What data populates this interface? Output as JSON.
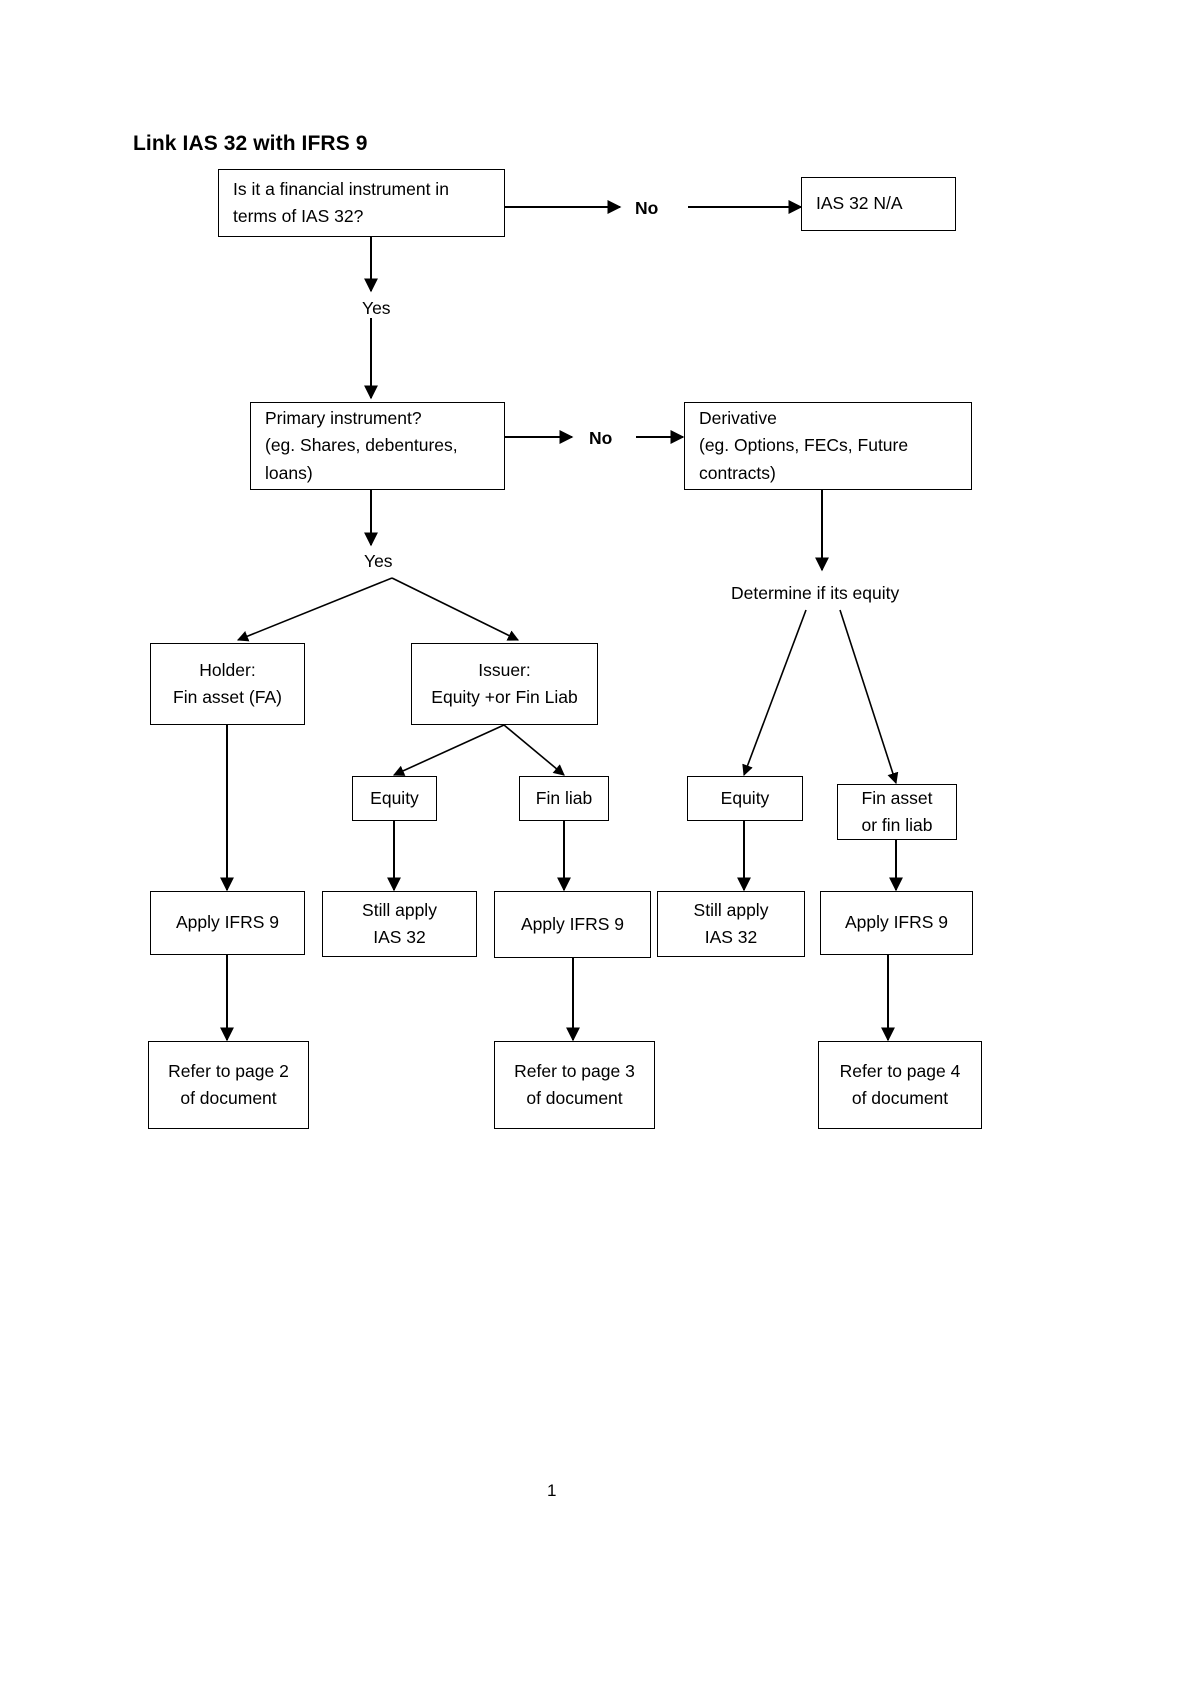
{
  "document": {
    "title": "Link IAS 32 with IFRS 9",
    "page_number": "1"
  },
  "nodes": {
    "q_financial_instrument": {
      "line1": "Is it a financial instrument in",
      "line2": "terms of IAS 32?"
    },
    "ias32_na": {
      "line1": "IAS 32 N/A"
    },
    "q_primary_instrument": {
      "line1": "Primary instrument?",
      "line2": "(eg. Shares, debentures,",
      "line3": "loans)"
    },
    "derivative": {
      "line1": "Derivative",
      "line2": "(eg. Options, FECs, Future",
      "line3": "contracts)"
    },
    "holder": {
      "line1": "Holder:",
      "line2": "Fin asset (FA)"
    },
    "issuer": {
      "line1": "Issuer:",
      "line2": "Equity +or Fin Liab"
    },
    "equity_issuer": {
      "line1": "Equity"
    },
    "fin_liab_issuer": {
      "line1": "Fin liab"
    },
    "equity_derivative": {
      "line1": "Equity"
    },
    "fin_asset_or_liab_derivative": {
      "line1": "Fin asset",
      "line2": "or fin liab"
    },
    "apply_ifrs9_holder": {
      "line1": "Apply IFRS 9"
    },
    "still_apply_ias32_issuer": {
      "line1": "Still apply",
      "line2": "IAS 32"
    },
    "apply_ifrs9_finliab": {
      "line1": "Apply IFRS 9"
    },
    "still_apply_ias32_derivative": {
      "line1": "Still apply",
      "line2": "IAS 32"
    },
    "apply_ifrs9_derivative": {
      "line1": "Apply IFRS 9"
    },
    "refer_page2": {
      "line1": "Refer to page 2",
      "line2": "of document"
    },
    "refer_page3": {
      "line1": "Refer to page 3",
      "line2": "of document"
    },
    "refer_page4": {
      "line1": "Refer to page 4",
      "line2": "of document"
    }
  },
  "edge_labels": {
    "no_top": "No",
    "yes_top": "Yes",
    "no_middle": "No",
    "yes_middle": "Yes",
    "determine_equity": "Determine if its equity"
  }
}
